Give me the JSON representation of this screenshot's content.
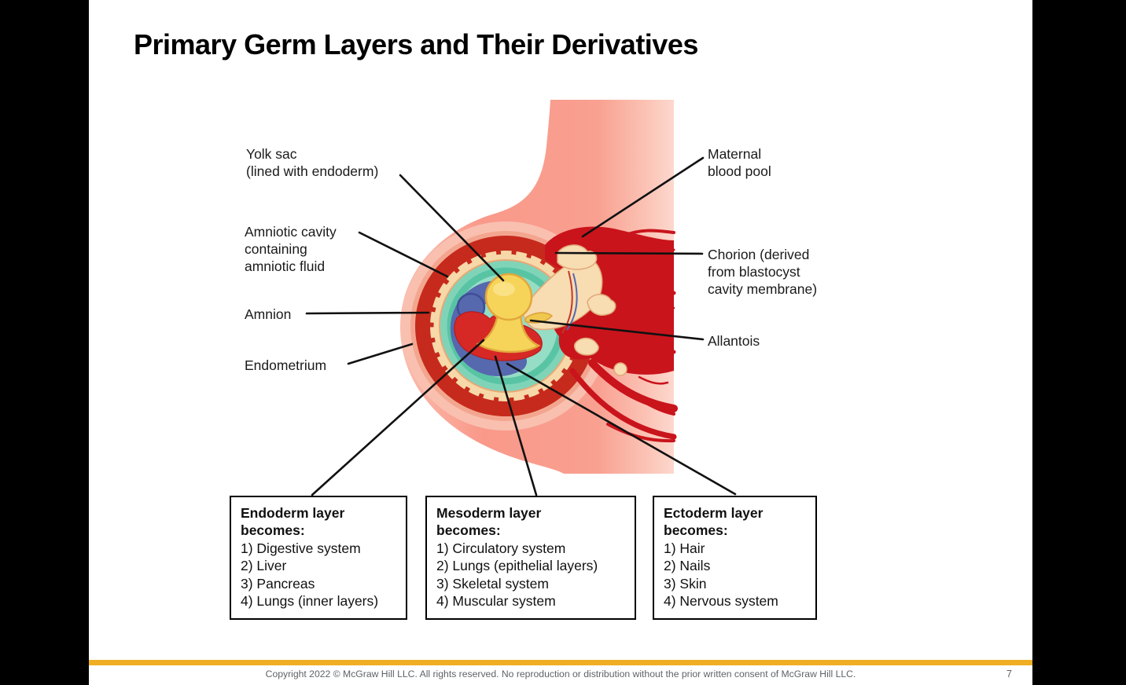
{
  "title": "Primary Germ Layers and Their Derivatives",
  "figure": {
    "labels": {
      "yolk_sac": "Yolk sac\n(lined with endoderm)",
      "amniotic_cavity": "Amniotic cavity\ncontaining\namniotic fluid",
      "amnion": "Amnion",
      "endometrium": "Endometrium",
      "maternal_blood_pool": "Maternal\nblood pool",
      "chorion": "Chorion (derived\nfrom blastocyst\ncavity membrane)",
      "allantois": "Allantois"
    },
    "palette": {
      "uterus_pink": "#F99B8C",
      "bulge_pink": "#F9C0B0",
      "inner_pink": "#F3A68F",
      "endometrium_red": "#C62A1C",
      "chorion_cream": "#F7D8A8",
      "villi_cream": "#F8DCB2",
      "cavity_teal": "#7FD4B8",
      "amnion_teal": "#54C2A2",
      "inner_teal": "#96DDC5",
      "embryo_blue": "#5668AE",
      "yolk_yellow": "#F6D45A",
      "blood_red": "#C9141C",
      "allantois_red": "#D62825"
    },
    "boxes": [
      {
        "heading": "Endoderm layer\nbecomes:",
        "items": [
          "1) Digestive system",
          "2) Liver",
          "3) Pancreas",
          "4) Lungs (inner layers)"
        ]
      },
      {
        "heading": "Mesoderm layer\nbecomes:",
        "items": [
          "1) Circulatory system",
          "2) Lungs (epithelial layers)",
          "3) Skeletal system",
          "4) Muscular system"
        ]
      },
      {
        "heading": "Ectoderm layer\nbecomes:",
        "items": [
          "1) Hair",
          "2) Nails",
          "3) Skin",
          "4) Nervous system"
        ]
      }
    ]
  },
  "footer": {
    "copyright": "Copyright 2022 © McGraw Hill LLC. All rights reserved. No reproduction or distribution without the prior written consent of McGraw Hill LLC.",
    "page_number": "7",
    "accent_color": "#F0AE24"
  }
}
